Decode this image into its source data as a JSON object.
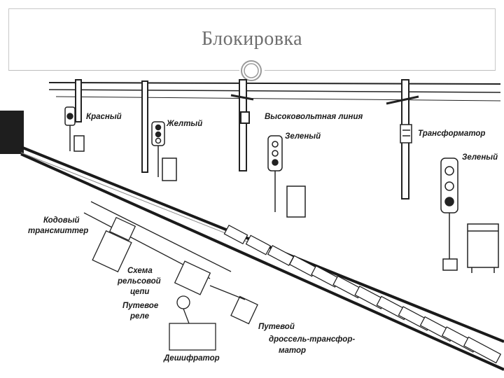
{
  "slide": {
    "title": "Блокировка"
  },
  "diagram": {
    "labels": {
      "red": "Красный",
      "yellow": "Желтый",
      "high_voltage_line": "Высоковольтная линия",
      "green_1": "Зеленый",
      "transformer": "Трансформатор",
      "green_2": "Зеленый",
      "code_transmitter_1": "Кодовый",
      "code_transmitter_2": "трансмиттер",
      "track_circuit_1": "Схема",
      "track_circuit_2": "рельсовой",
      "track_circuit_3": "цепи",
      "track_relay_1": "Путевое",
      "track_relay_2": "реле",
      "track_choke_1": "Путевой",
      "track_choke_2": "дроссель-трансфор-",
      "track_choke_3": "матор",
      "decoder": "Дешифратор"
    }
  }
}
